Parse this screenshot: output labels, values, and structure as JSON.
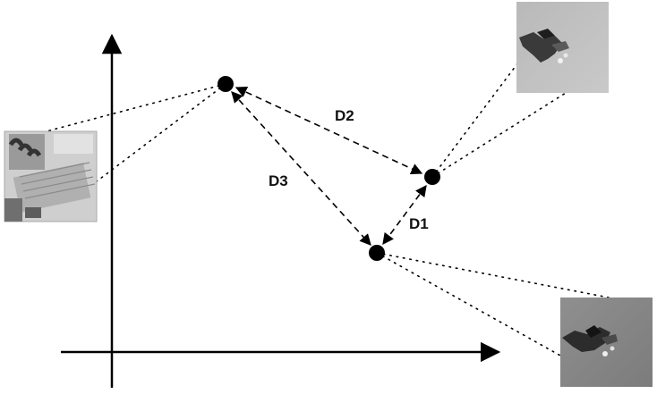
{
  "labels": {
    "d1": "D1",
    "d2": "D2",
    "d3": "D3"
  },
  "thumbnails": {
    "left": "satellite-building-patch",
    "top_right": "grayscale-aircraft-patch",
    "bottom_right": "grayscale-aircraft-patch"
  },
  "colors": {
    "line": "#000000",
    "patch_light": "#bdbdbd",
    "patch_dark": "#8a8a8a"
  }
}
